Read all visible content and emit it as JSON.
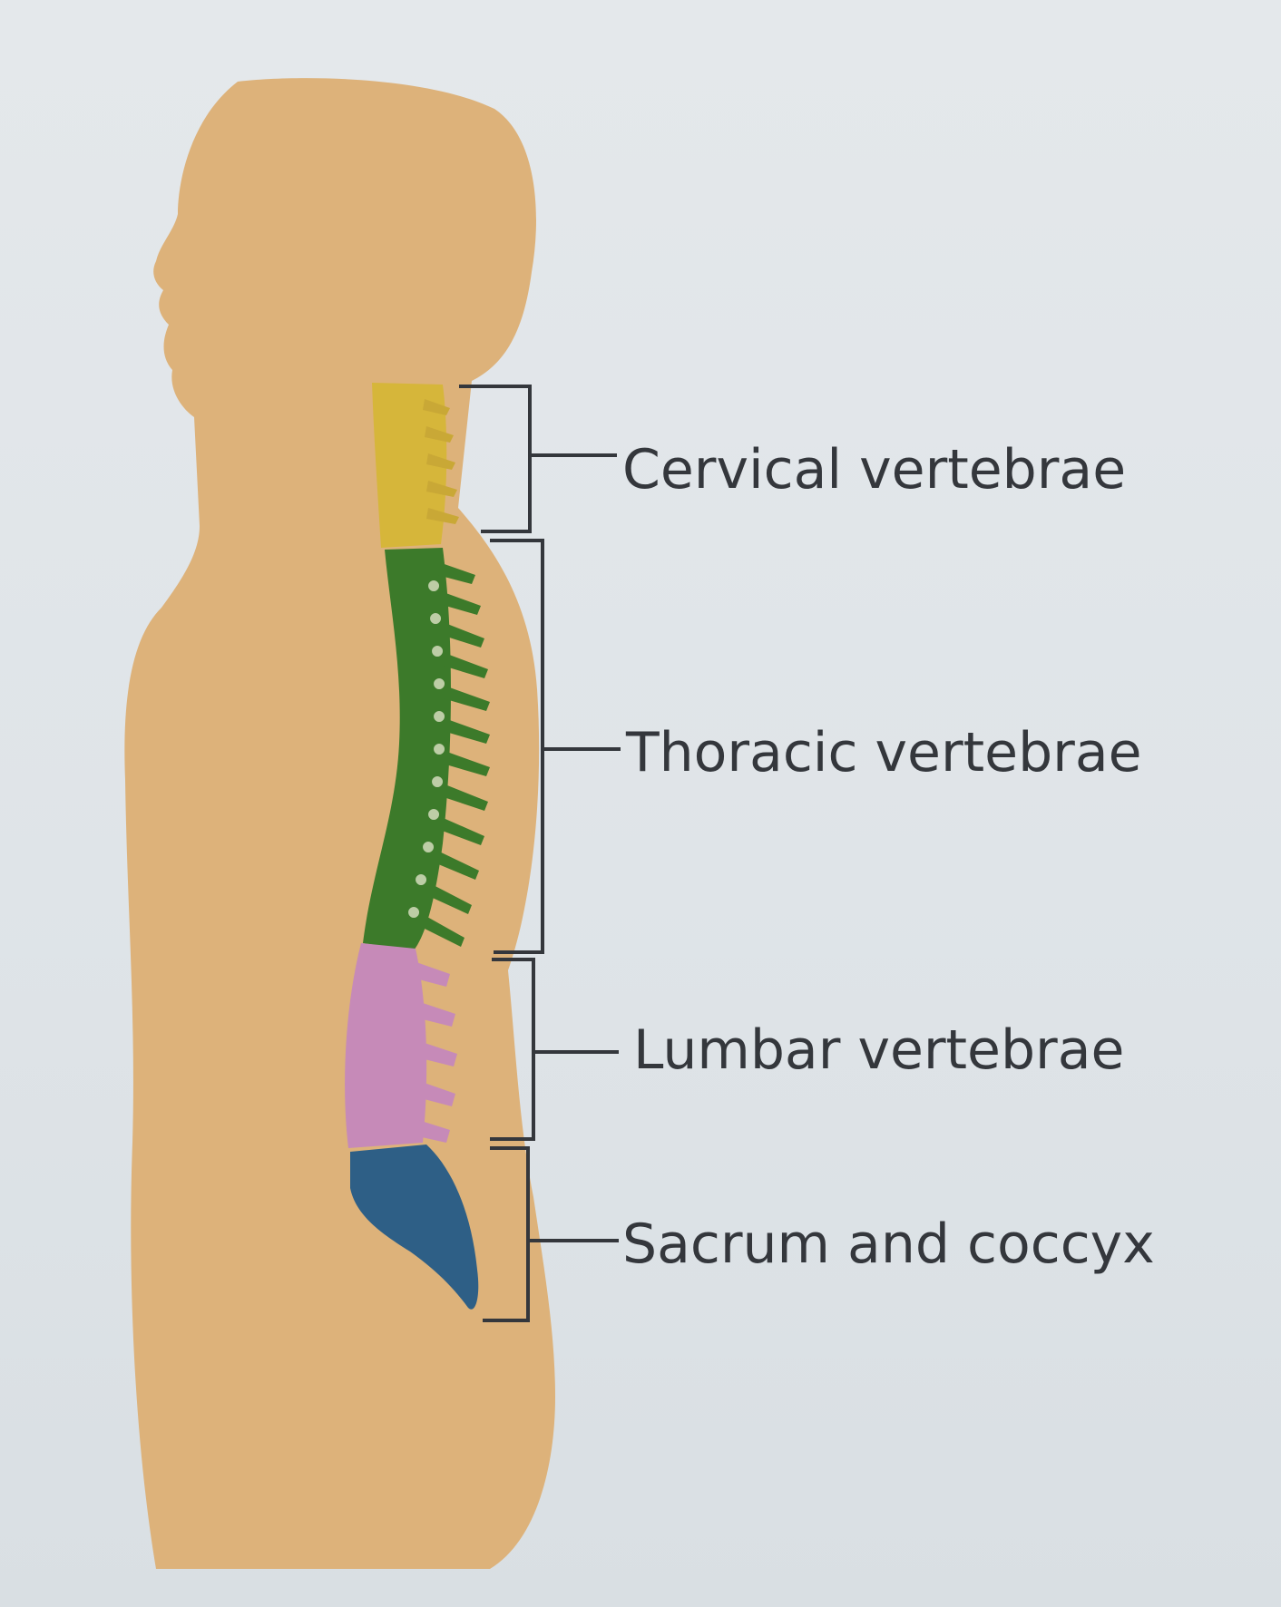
{
  "diagram": {
    "labels": {
      "cervical": "Cervical vertebrae",
      "thoracic": "Thoracic vertebrae",
      "lumbar": "Lumbar vertebrae",
      "sacrum": "Sacrum and coccyx"
    },
    "colors": {
      "background": "#dfe4e8",
      "body": "#ddb27a",
      "cervical": "#d6b63a",
      "thoracic": "#3c7a2a",
      "lumbar": "#c68ab8",
      "sacrum": "#2e5f86",
      "bracket": "#34373c"
    },
    "icons": {
      "body": "human-silhouette-side-view",
      "spine": "vertebral-column"
    }
  }
}
